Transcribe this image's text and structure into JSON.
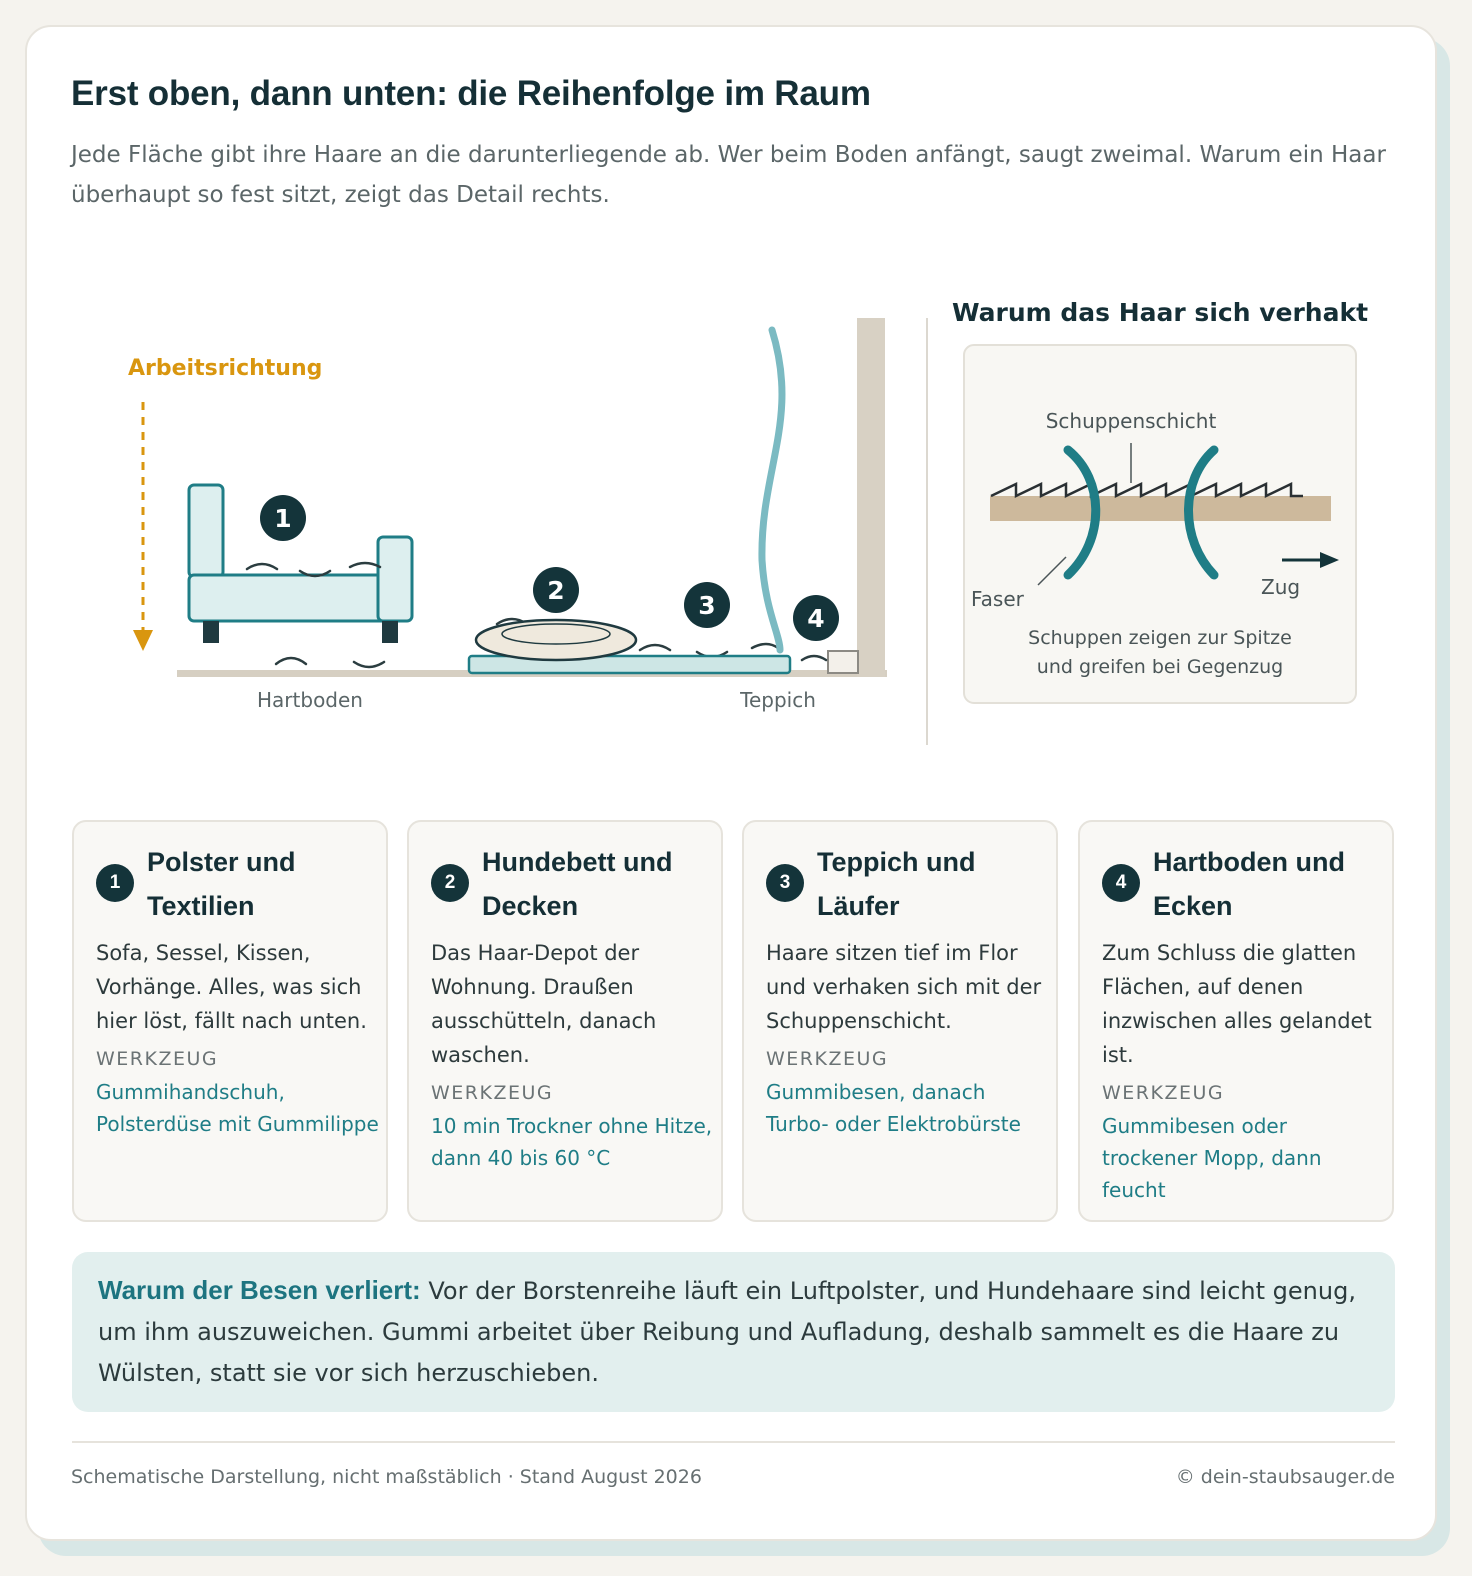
{
  "title": "Erst oben, dann unten: die Reihenfolge im Raum",
  "subtitle": "Jede Fläche gibt ihre Haare an die darunterliegende ab. Wer beim Boden anfängt, saugt zweimal. Warum ein Haar überhaupt so fest sitzt, zeigt das Detail rechts.",
  "scene": {
    "direction_label": "Arbeitsrichtung",
    "floor_label_left": "Hartboden",
    "floor_label_right": "Teppich",
    "markers": [
      "1",
      "2",
      "3",
      "4"
    ]
  },
  "detail": {
    "heading": "Warum das Haar sich verhakt",
    "layer_label": "Schuppenschicht",
    "fiber_label": "Faser",
    "pull_label": "Zug",
    "caption_line1": "Schuppen zeigen zur Spitze",
    "caption_line2": "und greifen bei Gegenzug"
  },
  "steps": [
    {
      "number": "1",
      "title": "Polster und Textilien",
      "description": "Sofa, Sessel, Kissen, Vorhänge. Alles, was sich hier löst, fällt nach unten.",
      "tool_label": "WERKZEUG",
      "tool": "Gummihandschuh, Polsterdüse mit Gummilippe"
    },
    {
      "number": "2",
      "title": "Hundebett und Decken",
      "description": "Das Haar-Depot der Wohnung. Draußen ausschütteln, danach waschen.",
      "tool_label": "WERKZEUG",
      "tool": "10 min Trockner ohne Hitze, dann 40 bis 60 °C"
    },
    {
      "number": "3",
      "title": "Teppich und Läufer",
      "description": "Haare sitzen tief im Flor und verhaken sich mit der Schuppenschicht.",
      "tool_label": "WERKZEUG",
      "tool": "Gummibesen, danach Turbo- oder Elektrobürste"
    },
    {
      "number": "4",
      "title": "Hartboden und Ecken",
      "description": "Zum Schluss die glatten Flächen, auf denen inzwischen alles gelandet ist.",
      "tool_label": "WERKZEUG",
      "tool": "Gummibesen oder trockener Mopp, dann feucht"
    }
  ],
  "note": {
    "lead": "Warum der Besen verliert:",
    "text": " Vor der Borstenreihe läuft ein Luftpolster, und Hundehaare sind leicht genug, um ihm auszuweichen. Gummi arbeitet über Reibung und Aufladung, deshalb sammelt es die Haare zu Wülsten, statt sie vor sich herzuschieben."
  },
  "footer": {
    "left": "Schematische Darstellung, nicht maßstäblich · Stand August 2026",
    "right": "© dein-staubsauger.de"
  },
  "colors": {
    "accent_teal": "#1f7d86",
    "dark": "#14343a",
    "direction": "#d9960f",
    "note_bg": "#e2efee"
  }
}
